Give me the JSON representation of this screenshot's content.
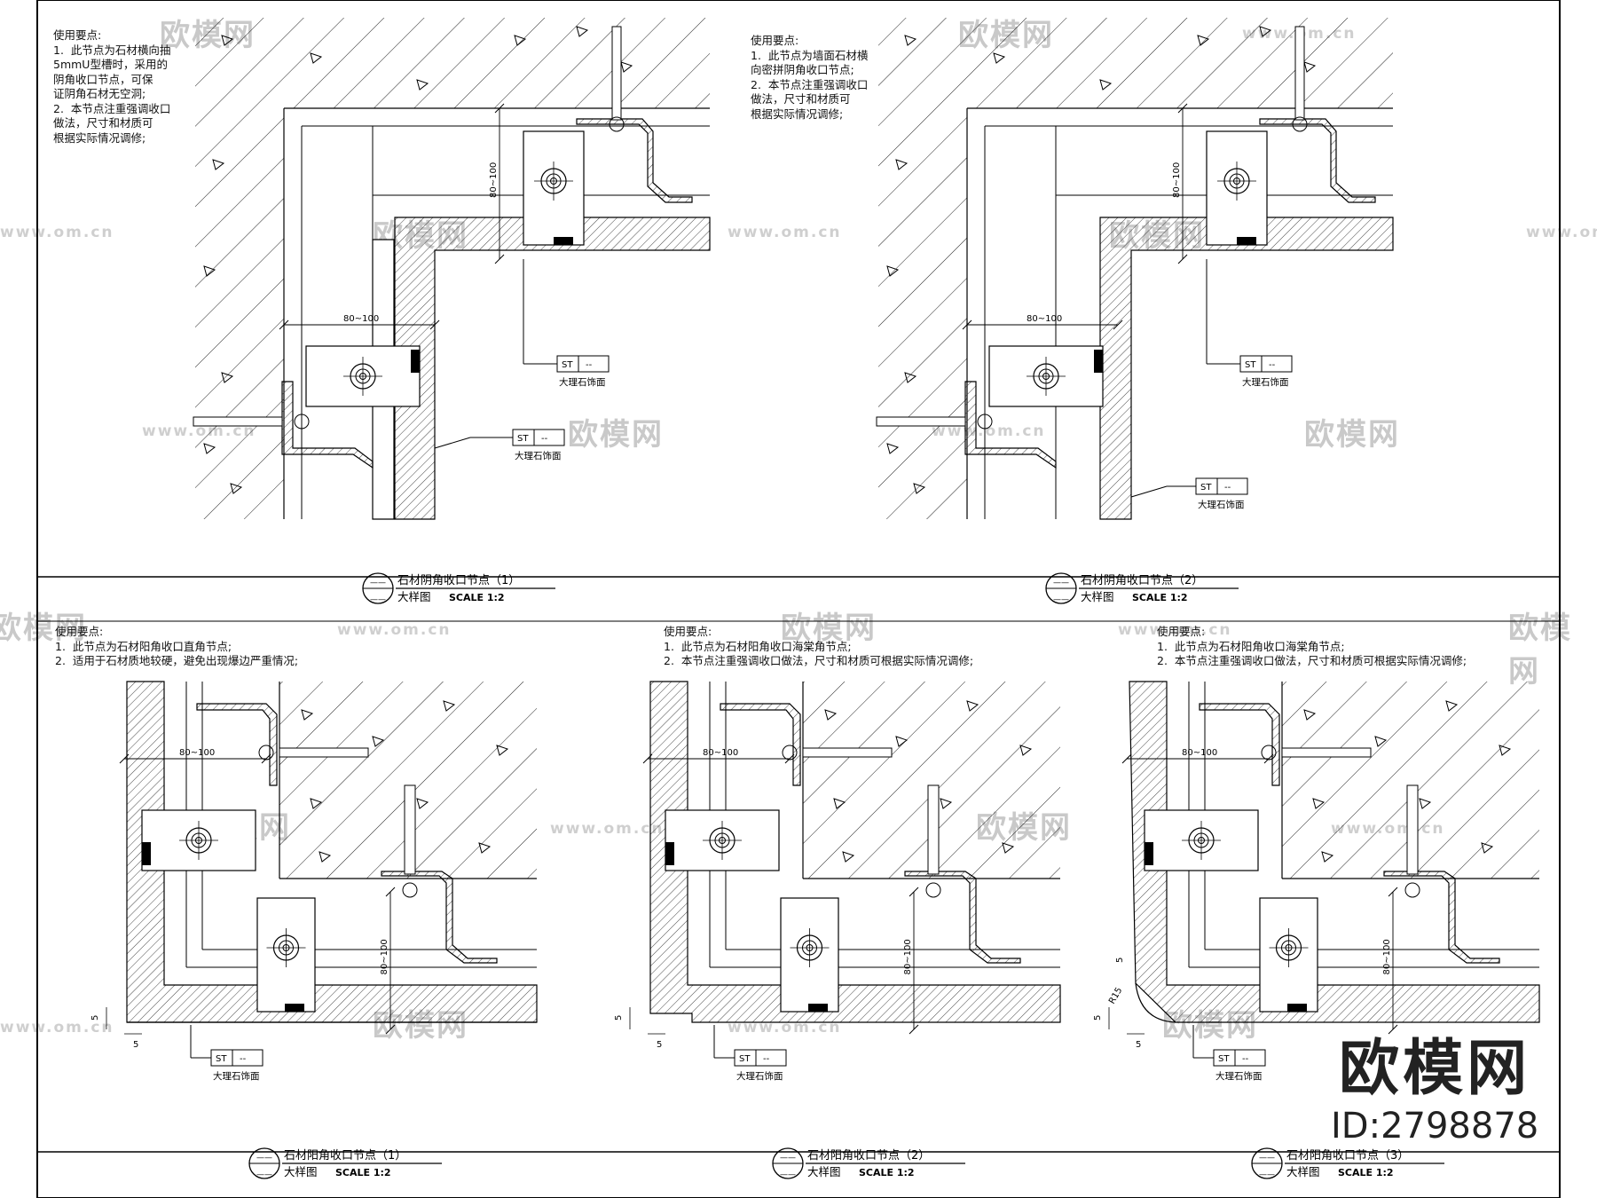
{
  "watermarks": {
    "logo_text": "欧模网",
    "url_text": "www.om.cn"
  },
  "brand": {
    "logo": "欧模网",
    "id": "ID:2798878"
  },
  "common": {
    "tag_code": "ST",
    "tag_dash": "--",
    "dim_80_100": "80~100",
    "dim_5": "5",
    "dim_r15": "R15",
    "detail_sub": "大样图",
    "scale": "SCALE  1:2",
    "material": "大理石饰面"
  },
  "details": [
    {
      "title": "石材阴角收口节点（1）",
      "notes": [
        "使用要点:",
        "1.  此节点为石材横向抽",
        "5mmU型槽时，采用的",
        "阴角收口节点，可保",
        "证阴角石材无空洞;",
        "2.  本节点注重强调收口",
        "做法，尺寸和材质可",
        "根据实际情况调修;"
      ]
    },
    {
      "title": "石材阴角收口节点（2）",
      "notes": [
        "使用要点:",
        "1.  此节点为墙面石材横",
        "向密拼阴角收口节点;",
        "2.  本节点注重强调收口",
        "做法，尺寸和材质可",
        "根据实际情况调修;"
      ]
    },
    {
      "title": "石材阳角收口节点（1）",
      "notes": [
        "使用要点:",
        "1.  此节点为石材阳角收口直角节点;",
        "2.  适用于石材质地较硬，避免出现爆边严重情况;"
      ]
    },
    {
      "title": "石材阳角收口节点（2）",
      "notes": [
        "使用要点:",
        "1.  此节点为石材阳角收口海棠角节点;",
        "2.  本节点注重强调收口做法，尺寸和材质可根据实际情况调修;"
      ]
    },
    {
      "title": "石材阳角收口节点（3）",
      "notes": [
        "使用要点:",
        "1.  此节点为石材阳角收口海棠角节点;",
        "2.  本节点注重强调收口做法，尺寸和材质可根据实际情况调修;"
      ]
    }
  ]
}
